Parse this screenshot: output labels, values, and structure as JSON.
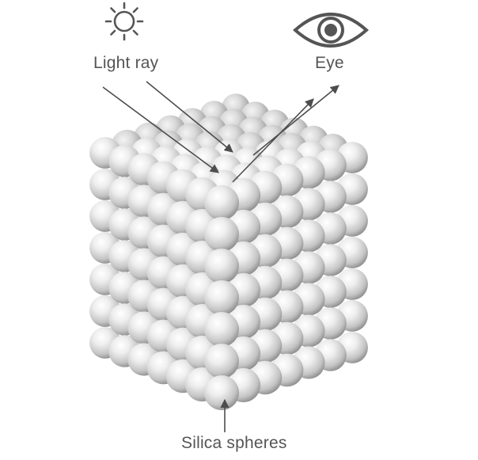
{
  "labels": {
    "light_ray": "Light ray",
    "eye": "Eye",
    "silica_spheres": "Silica spheres"
  },
  "icons": {
    "sun": "sun-icon",
    "eye": "eye-icon"
  },
  "colors": {
    "label_text": "#555555",
    "arrow": "#4d4d4d",
    "sphere_highlight": "#ffffff",
    "sphere_shadow": "#8a8a8a"
  },
  "structure": {
    "type": "cubic lattice of spheres",
    "spheres_per_edge": 7
  }
}
